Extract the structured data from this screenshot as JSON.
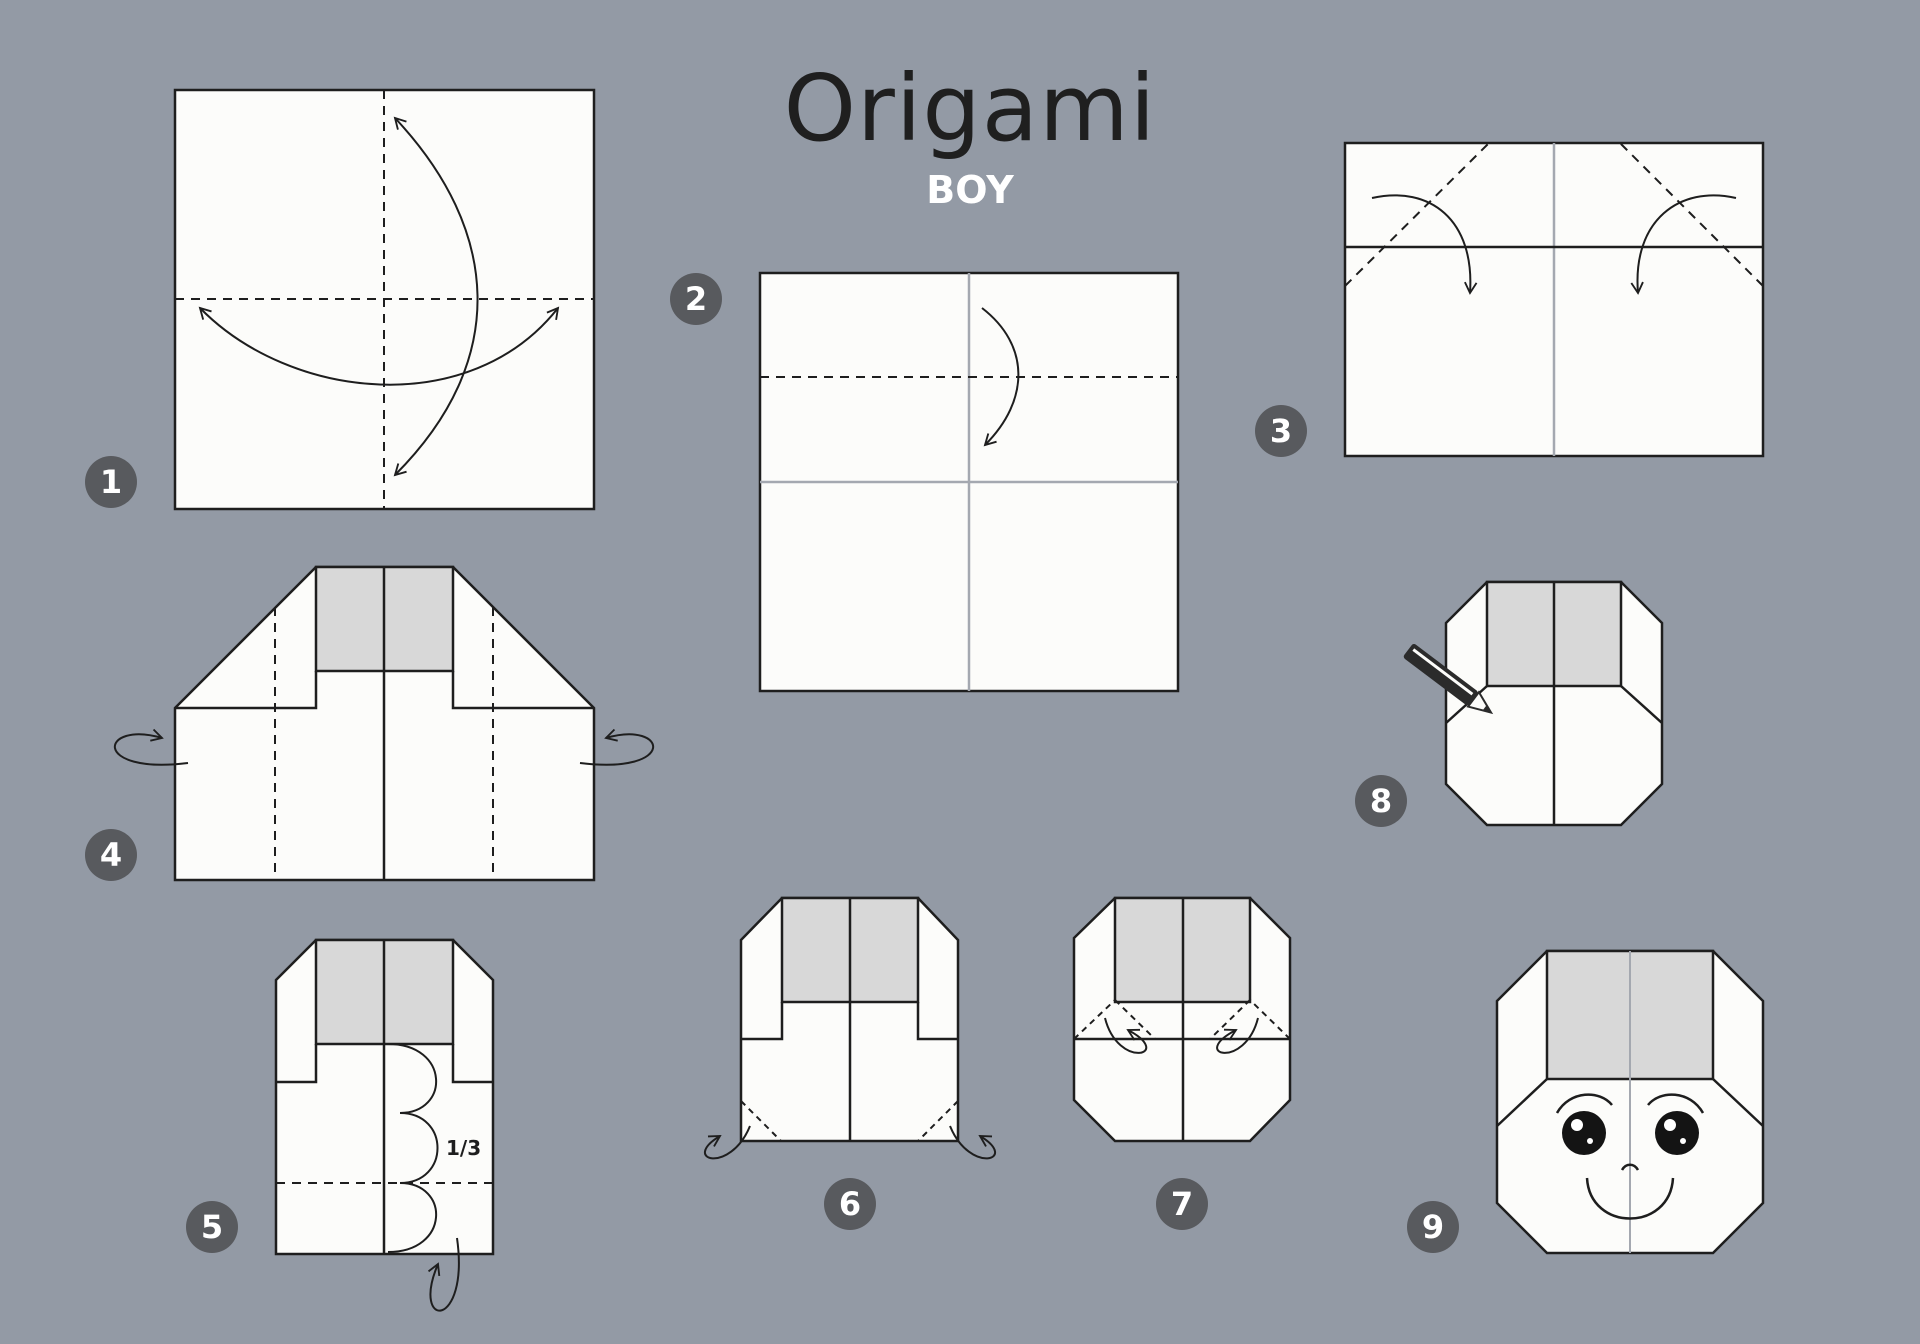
{
  "title": "Origami",
  "subtitle": "BOY",
  "steps": [
    {
      "number": "1"
    },
    {
      "number": "2"
    },
    {
      "number": "3"
    },
    {
      "number": "4"
    },
    {
      "number": "5",
      "annotation": "1/3"
    },
    {
      "number": "6"
    },
    {
      "number": "7"
    },
    {
      "number": "8"
    },
    {
      "number": "9"
    }
  ],
  "colors": {
    "background": "#939aa5",
    "paper": "#fcfcfa",
    "hair": "#d8d8d8",
    "outline": "#1e1e1e",
    "badge": "#585a5e"
  }
}
